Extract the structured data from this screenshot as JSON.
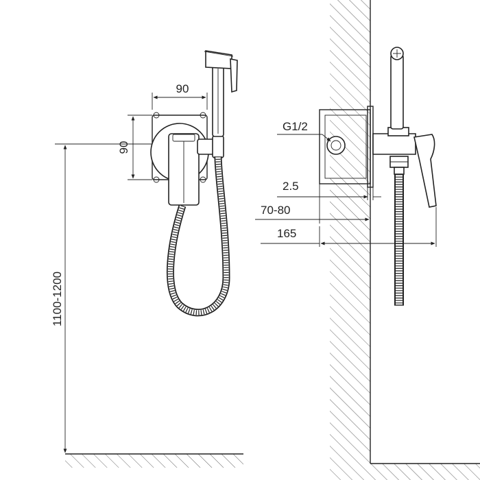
{
  "dimensions": {
    "box_width": "90",
    "box_height": "90",
    "mount_height": "1100-1200",
    "thread": "G1/2",
    "plate_thickness": "2.5",
    "box_depth": "70-80",
    "total_projection": "165"
  }
}
